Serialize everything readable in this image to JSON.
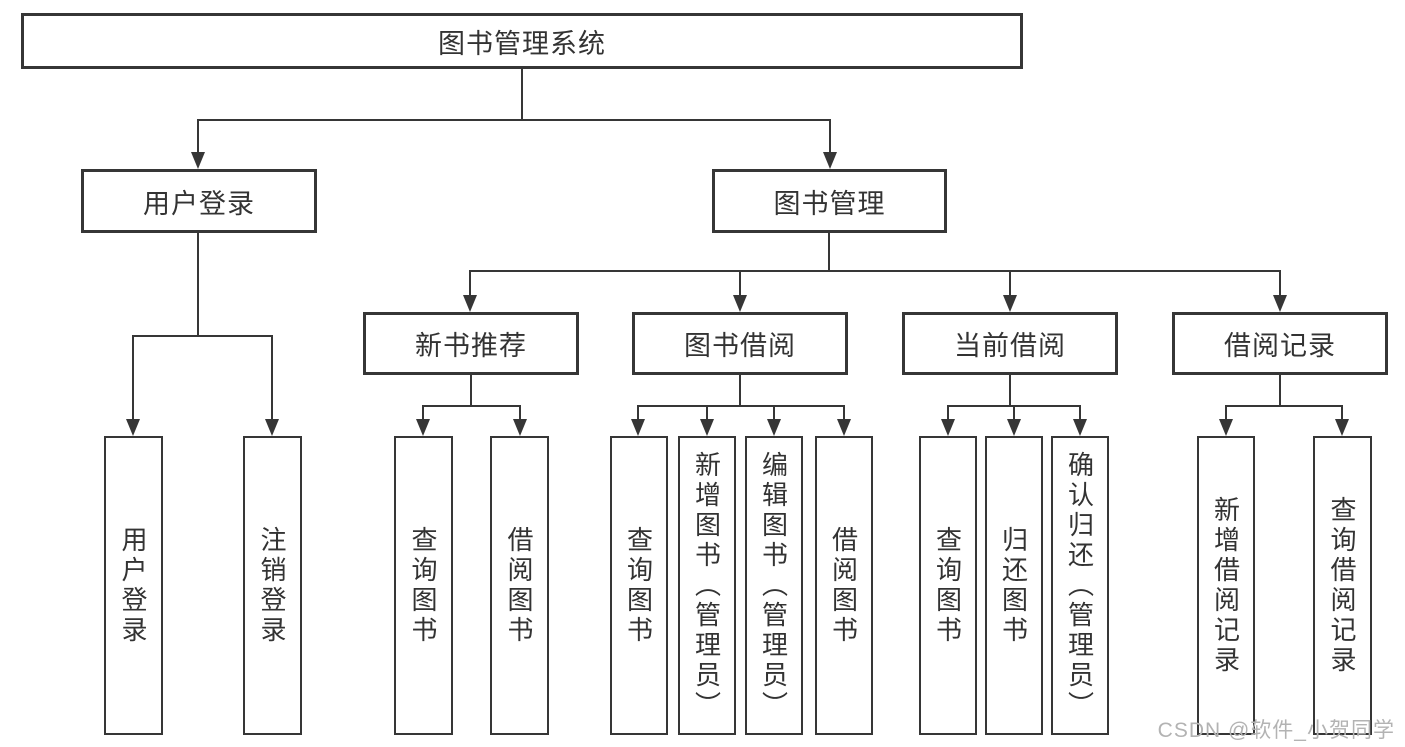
{
  "tree": {
    "root": {
      "label": "图书管理系统"
    },
    "children": [
      {
        "label": "用户登录",
        "children": [
          {
            "label": "用户登录"
          },
          {
            "label": "注销登录"
          }
        ]
      },
      {
        "label": "图书管理",
        "children": [
          {
            "label": "新书推荐",
            "children": [
              {
                "label": "查询图书"
              },
              {
                "label": "借阅图书"
              }
            ]
          },
          {
            "label": "图书借阅",
            "children": [
              {
                "label": "查询图书"
              },
              {
                "label": "新增图书（管理员）"
              },
              {
                "label": "编辑图书（管理员）"
              },
              {
                "label": "借阅图书"
              }
            ]
          },
          {
            "label": "当前借阅",
            "children": [
              {
                "label": "查询图书"
              },
              {
                "label": "归还图书"
              },
              {
                "label": "确认归还（管理员）"
              }
            ]
          },
          {
            "label": "借阅记录",
            "children": [
              {
                "label": "新增借阅记录"
              },
              {
                "label": "查询借阅记录"
              }
            ]
          }
        ]
      }
    ]
  },
  "watermark": "CSDN @软件_小贺同学",
  "colors": {
    "line": "#363636",
    "text": "#333333",
    "watermark": "#b3b3b3",
    "background": "#ffffff"
  }
}
